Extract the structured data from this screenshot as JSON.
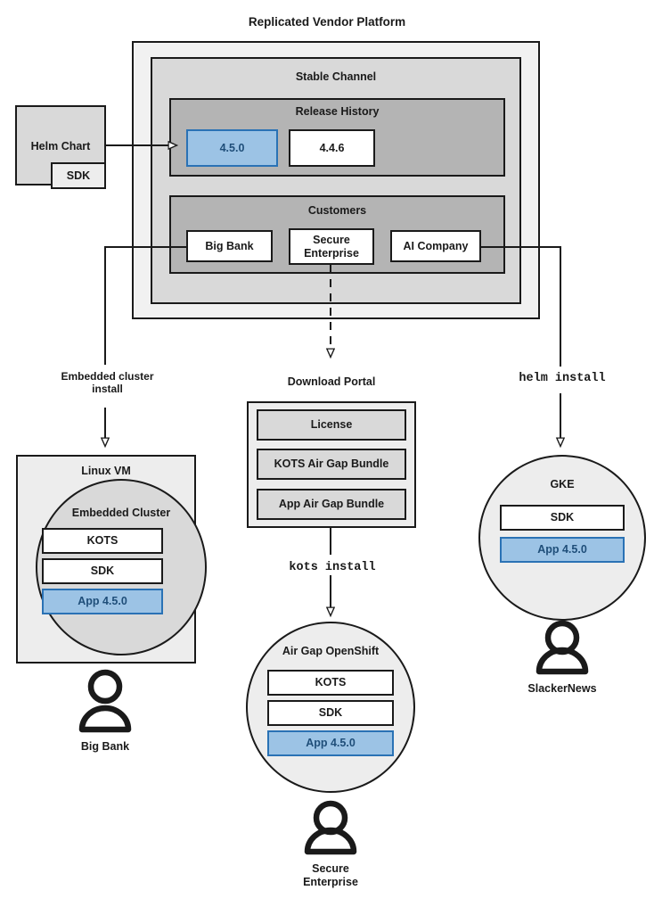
{
  "diagram": {
    "title": "Replicated Vendor Platform",
    "platform": {
      "channel_label": "Stable Channel",
      "release_history": {
        "label": "Release History",
        "releases": [
          {
            "version": "4.5.0",
            "highlighted": true
          },
          {
            "version": "4.4.6",
            "highlighted": false
          }
        ]
      },
      "customers": {
        "label": "Customers",
        "items": [
          {
            "name": "Big Bank"
          },
          {
            "name": "Secure\nEnterprise"
          },
          {
            "name": "AI Company"
          }
        ]
      }
    },
    "source": {
      "chart_label": "Helm Chart",
      "sdk_label": "SDK"
    },
    "connectors": [
      {
        "id": "embedded-cluster-install",
        "label": "Embedded cluster\ninstall",
        "style": "sans"
      },
      {
        "id": "kots-install",
        "label": "kots install",
        "style": "mono"
      },
      {
        "id": "helm-install",
        "label": "helm install",
        "style": "mono"
      }
    ],
    "download_portal": {
      "label": "Download Portal",
      "artifacts": [
        {
          "name": "License"
        },
        {
          "name": "KOTS Air Gap Bundle"
        },
        {
          "name": "App Air Gap Bundle"
        }
      ]
    },
    "targets": [
      {
        "id": "linux-vm",
        "host_label": "Linux VM",
        "cluster_label": "Embedded Cluster",
        "components": [
          {
            "name": "KOTS",
            "highlighted": false
          },
          {
            "name": "SDK",
            "highlighted": false
          },
          {
            "name": "App 4.5.0",
            "highlighted": true
          }
        ],
        "actor": "Big Bank"
      },
      {
        "id": "air-gap-openshift",
        "cluster_label": "Air Gap OpenShift",
        "components": [
          {
            "name": "KOTS",
            "highlighted": false
          },
          {
            "name": "SDK",
            "highlighted": false
          },
          {
            "name": "App 4.5.0",
            "highlighted": true
          }
        ],
        "actor": "Secure\nEnterprise"
      },
      {
        "id": "gke",
        "cluster_label": "GKE",
        "components": [
          {
            "name": "SDK",
            "highlighted": false
          },
          {
            "name": "App 4.5.0",
            "highlighted": true
          }
        ],
        "actor": "SlackerNews"
      }
    ],
    "colors": {
      "stroke": "#1a1a1a",
      "outer_fill": "#f1f1f1",
      "channel_fill": "#d9d9d9",
      "section_fill": "#b4b4b4",
      "highlight_fill": "#9cc3e5",
      "highlight_stroke": "#2a72b5",
      "highlight_text": "#1f4e79",
      "host_fill": "#ededed",
      "cluster_fill": "#d9d9d9",
      "artifact_fill": "#d9d9d9"
    }
  }
}
